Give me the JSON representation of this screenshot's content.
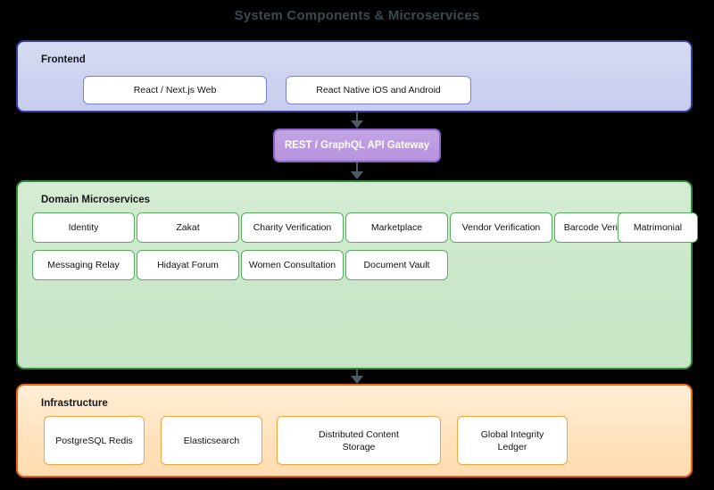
{
  "title": "System Components & Microservices",
  "layers": {
    "frontend": {
      "label": "Frontend",
      "nodes": [
        {
          "label": "React / Next.js Web"
        },
        {
          "label": "React Native iOS and Android"
        }
      ]
    },
    "gateway": {
      "label": "REST / GraphQL API Gateway"
    },
    "microservices": {
      "label": "Domain Microservices",
      "nodes": [
        {
          "label": "Identity"
        },
        {
          "label": "Zakat"
        },
        {
          "label": "Charity Verification"
        },
        {
          "label": "Marketplace"
        },
        {
          "label": "Vendor Verification"
        },
        {
          "label": "Barcode Verification"
        },
        {
          "label": "Matrimonial"
        },
        {
          "label": "Messaging Relay"
        },
        {
          "label": "Hidayat Forum"
        },
        {
          "label": "Women Consultation"
        },
        {
          "label": "Document Vault"
        }
      ]
    },
    "infrastructure": {
      "label": "Infrastructure",
      "nodes": [
        {
          "label": "PostgreSQL\nRedis"
        },
        {
          "label": "Elasticsearch"
        },
        {
          "label": "Distributed Content Storage"
        },
        {
          "label": "Global Integrity Ledger"
        }
      ]
    }
  },
  "arrows": [
    {
      "name": "frontend-to-gateway"
    },
    {
      "name": "gateway-to-microservices"
    },
    {
      "name": "microservices-to-infrastructure"
    }
  ],
  "colors": {
    "title": "#3a4a52",
    "frontend_border": "#3b3ba8",
    "frontend_fill": "#ccd2ef",
    "gateway_border": "#8f63c9",
    "gateway_fill": "#bb99e0",
    "microservices_border": "#2f8a3c",
    "microservices_fill": "#cbe7c9",
    "infrastructure_border": "#f0620c",
    "infrastructure_fill": "#ffe2bd",
    "arrow": "#4a5b66",
    "canvas": "#000000"
  }
}
